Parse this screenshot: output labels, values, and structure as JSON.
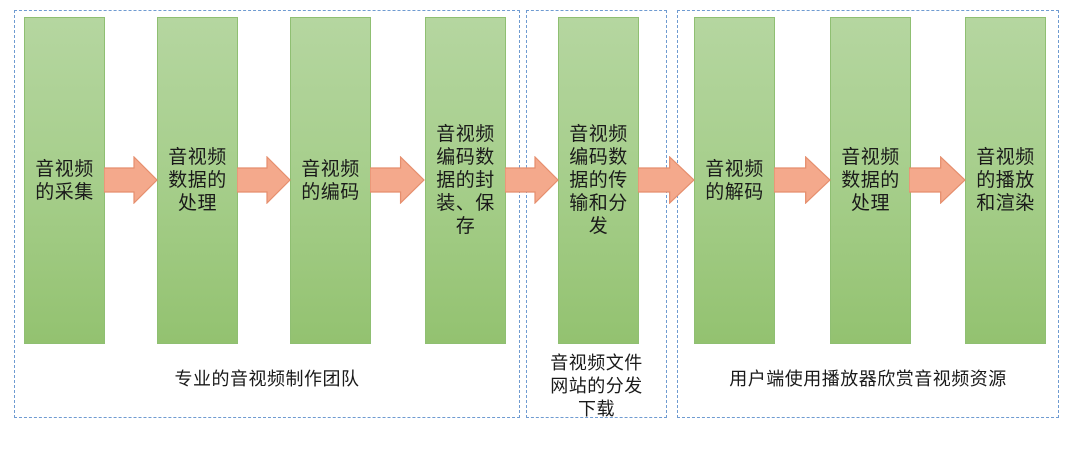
{
  "groups": [
    {
      "label": "专业的音视频制作团队"
    },
    {
      "label": "音视频文件\n网站的分发\n下载"
    },
    {
      "label": "用户端使用播放器欣赏音视频资源"
    }
  ],
  "stages": [
    {
      "label": "音视频\n的采集"
    },
    {
      "label": "音视频\n数据的\n处理"
    },
    {
      "label": "音视频\n的编码"
    },
    {
      "label": "音视频\n编码数\n据的封\n装、保\n存"
    },
    {
      "label": "音视频\n编码数\n据的传\n输和分\n发"
    },
    {
      "label": "音视频\n的解码"
    },
    {
      "label": "音视频\n数据的\n处理"
    },
    {
      "label": "音视频\n的播放\n和渲染"
    }
  ],
  "colors": {
    "stage_fill": "#a6ce8b",
    "arrow_fill": "#f4a98c",
    "arrow_stroke": "#e58e6d",
    "group_border": "#6f9bd1"
  }
}
